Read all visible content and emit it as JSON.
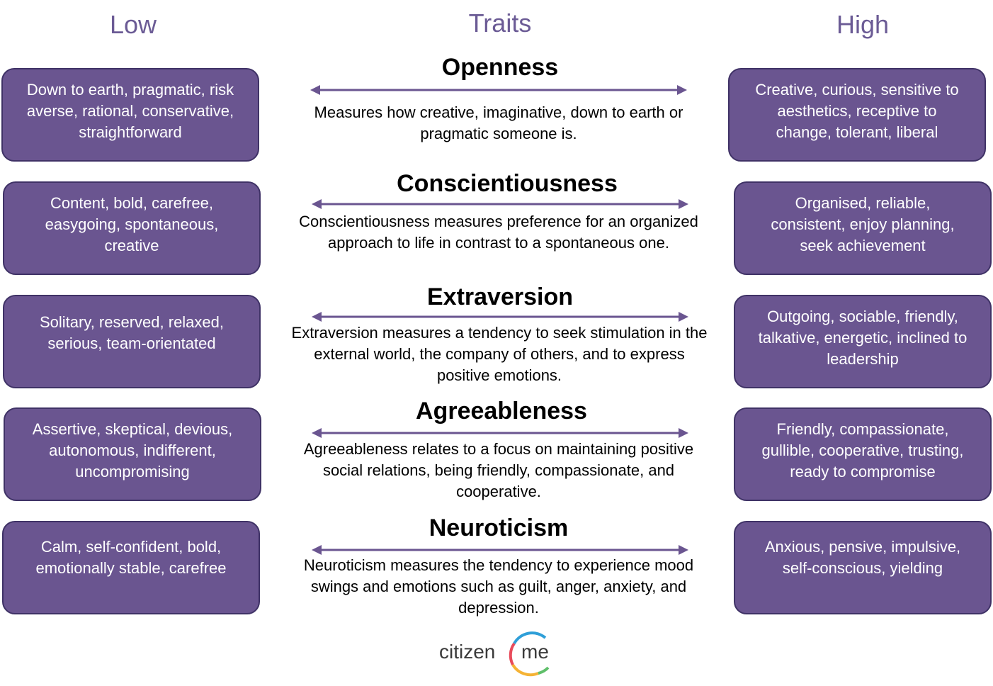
{
  "headers": {
    "low": "Low",
    "traits": "Traits",
    "high": "High"
  },
  "colors": {
    "header_text": "#6b5b95",
    "box_fill": "#6a5590",
    "box_border": "#3f3266",
    "arrow": "#6a5590"
  },
  "traits": [
    {
      "name": "Openness",
      "description_lines": [
        "Measures how creative, imaginative, down to earth or",
        "pragmatic someone is."
      ],
      "low_lines": [
        "Down to earth, pragmatic, risk",
        "averse, rational, conservative,",
        "straightforward"
      ],
      "high_lines": [
        "Creative, curious, sensitive to",
        "aesthetics, receptive to",
        "change, tolerant, liberal"
      ]
    },
    {
      "name": "Conscientiousness",
      "description_lines": [
        "Conscientiousness measures preference for an organized",
        "approach to life in contrast to a spontaneous one."
      ],
      "low_lines": [
        "Content, bold, carefree,",
        "easygoing, spontaneous,",
        "creative"
      ],
      "high_lines": [
        "Organised, reliable,",
        "consistent, enjoy planning,",
        "seek achievement"
      ]
    },
    {
      "name": "Extraversion",
      "description_lines": [
        "Extraversion measures a tendency to seek stimulation in the",
        "external world, the company of others, and to express",
        "positive emotions."
      ],
      "low_lines": [
        "Solitary, reserved, relaxed,",
        "serious, team-orientated"
      ],
      "high_lines": [
        "Outgoing, sociable, friendly,",
        "talkative, energetic, inclined to",
        "leadership"
      ]
    },
    {
      "name": "Agreeableness",
      "description_lines": [
        "Agreeableness relates to a focus on maintaining positive",
        "social relations, being friendly, compassionate, and",
        "cooperative."
      ],
      "low_lines": [
        "Assertive, skeptical, devious,",
        "autonomous, indifferent,",
        "uncompromising"
      ],
      "high_lines": [
        "Friendly, compassionate,",
        "gullible, cooperative, trusting,",
        "ready to compromise"
      ]
    },
    {
      "name": "Neuroticism",
      "description_lines": [
        "Neuroticism measures the tendency to experience mood",
        "swings and emotions such as guilt, anger, anxiety, and",
        "depression."
      ],
      "low_lines": [
        "Calm, self-confident, bold,",
        "emotionally stable, carefree"
      ],
      "high_lines": [
        "Anxious, pensive, impulsive,",
        "self-conscious, yielding"
      ]
    }
  ],
  "logo": {
    "word1": "citizen",
    "word2": "me"
  }
}
